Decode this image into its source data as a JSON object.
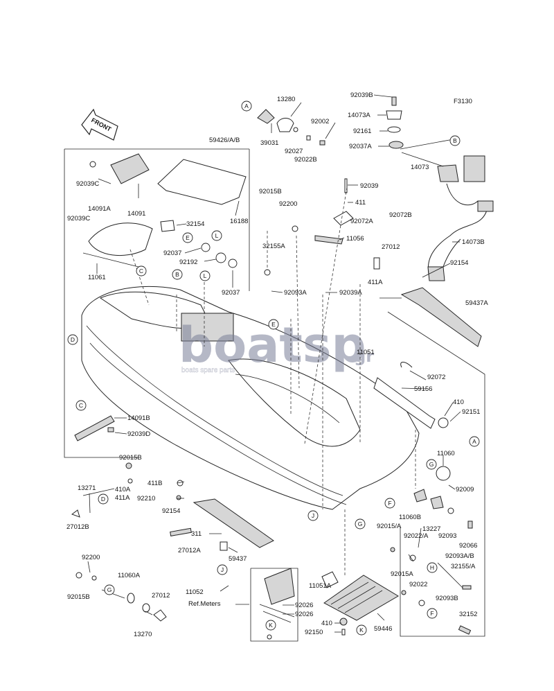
{
  "figure_code": "F3130",
  "front_label": "FRONT",
  "watermark": {
    "brand": "boatsp",
    "tld": ".gr",
    "tagline": "boats spare parts"
  },
  "callout_letters": [
    "A",
    "B",
    "C",
    "D",
    "E",
    "F",
    "G",
    "H",
    "J",
    "K",
    "L"
  ],
  "ref_note": "Ref.Meters",
  "labels": {
    "p13280": "13280",
    "p92002": "92002",
    "p39031": "39031",
    "p92027": "92027",
    "p92022B": "92022B",
    "p92039B": "92039B",
    "p14073A": "14073A",
    "p92161": "92161",
    "p92037A": "92037A",
    "p14073": "14073",
    "p92072B": "92072B",
    "p14073B": "14073B",
    "p92154a": "92154",
    "p59437A": "59437A",
    "p59426": "59426/A/B",
    "p92039Ca": "92039C",
    "p14091A": "14091A",
    "p92039Cb": "92039C",
    "p14091": "14091",
    "p16188": "16188",
    "p32154": "32154",
    "p92037a": "92037",
    "p92192": "92192",
    "p92037b": "92037",
    "p11061": "11061",
    "p92015Ba": "92015B",
    "p92200a": "92200",
    "p92039": "92039",
    "p411": "411",
    "p92072A": "92072A",
    "p11056": "11056",
    "p27012a": "27012",
    "p411A": "411A",
    "p32155A": "32155A",
    "p92093A": "92093A",
    "p92039A": "92039A",
    "p11051": "11051",
    "p92072": "92072",
    "p59156": "59156",
    "p410a": "410",
    "p92151": "92151",
    "p14091B": "14091B",
    "p92039D": "92039D",
    "p11060": "11060",
    "p92009": "92009",
    "p11060B": "11060B",
    "p13227": "13227",
    "p92093": "92093",
    "p92066": "92066",
    "p92015Bb": "92015B",
    "p13271": "13271",
    "p410A": "410A",
    "p411Ab": "411A",
    "p411B": "411B",
    "p92210": "92210",
    "p27012B": "27012B",
    "p92154b": "92154",
    "p311": "311",
    "p27012A": "27012A",
    "p59437": "59437",
    "p92200b": "92200",
    "p11060A": "11060A",
    "p92015Bc": "92015B",
    "p27012b": "27012",
    "p13270": "13270",
    "p11052": "11052",
    "p92026a": "92026",
    "p92026b": "92026",
    "p11051A": "11051A",
    "p410b": "410",
    "p92150": "92150",
    "p59446": "59446",
    "p92015A": "92015/A",
    "p92022A": "92022/A",
    "p92093AB": "92093A/B",
    "p32155A2": "32155/A",
    "p92015Ac": "92015A",
    "p92022": "92022",
    "p92093B": "92093B",
    "p32152": "32152"
  }
}
